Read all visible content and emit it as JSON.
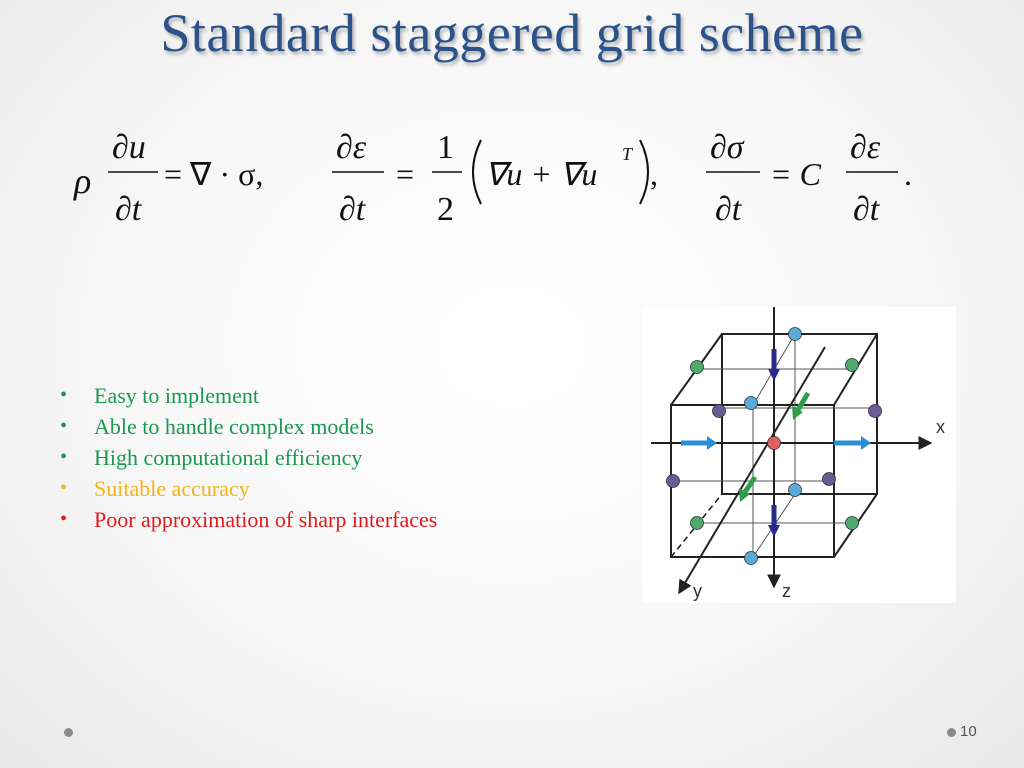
{
  "slide": {
    "title": "Standard staggered grid scheme",
    "page_number": "10"
  },
  "equations": {
    "eq1": {
      "rho": "ρ",
      "num": "∂u",
      "den": "∂t",
      "rhs": "= ∇ · σ,"
    },
    "eq2": {
      "num": "∂ε",
      "den": "∂t",
      "eq": "=",
      "half_num": "1",
      "half_den": "2",
      "body": "∇u + ∇u",
      "sup": "T",
      "tail": ","
    },
    "eq3": {
      "num": "∂σ",
      "den": "∂t",
      "eq": "= C",
      "num2": "∂ε",
      "den2": "∂t",
      "tail": "."
    }
  },
  "bullets": [
    {
      "text": "Easy to implement",
      "color": "#1a9850"
    },
    {
      "text": "Able to handle complex models",
      "color": "#1a9850"
    },
    {
      "text": "High computational efficiency",
      "color": "#1a9850"
    },
    {
      "text": "Suitable accuracy",
      "color": "#f2b21c"
    },
    {
      "text": "Poor approximation of sharp interfaces",
      "color": "#e31a1c"
    }
  ],
  "figure": {
    "axis_x": "x",
    "axis_y": "y",
    "axis_z": "z",
    "colors": {
      "blue_node": "#5aaad8",
      "green_node": "#4daa6c",
      "purple_node": "#6b5b95",
      "red_node": "#e06060",
      "blue_arrow": "#2c8fd6",
      "green_arrow": "#2e9e48",
      "navy_arrow": "#2a2a8a"
    }
  }
}
